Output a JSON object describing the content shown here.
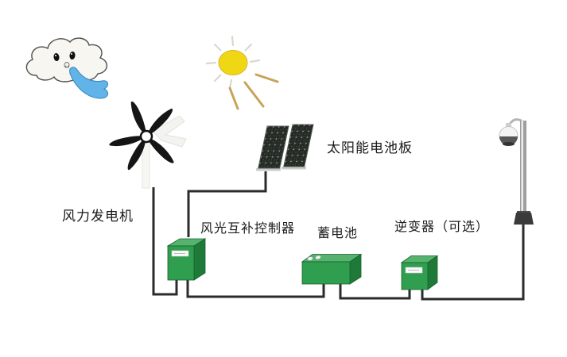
{
  "labels": {
    "wind_turbine": "风力发电机",
    "solar_panel": "太阳能电池板",
    "controller": "风光互补控制器",
    "battery": "蓄电池",
    "inverter": "逆变器（可选）"
  },
  "diagram": {
    "type": "wind-solar-hybrid-power-system",
    "nodes": [
      {
        "id": "wind-turbine",
        "label": "风力发电机"
      },
      {
        "id": "solar-panel",
        "label": "太阳能电池板"
      },
      {
        "id": "controller",
        "label": "风光互补控制器"
      },
      {
        "id": "battery",
        "label": "蓄电池"
      },
      {
        "id": "inverter",
        "label": "逆变器（可选）"
      },
      {
        "id": "camera-pole",
        "label": ""
      }
    ],
    "edges": [
      [
        "wind-turbine",
        "controller"
      ],
      [
        "solar-panel",
        "controller"
      ],
      [
        "controller",
        "battery"
      ],
      [
        "battery",
        "inverter"
      ],
      [
        "inverter",
        "camera-pole"
      ]
    ]
  },
  "colors": {
    "green_front": "#2f9e4e",
    "green_top": "#55b36f",
    "green_side": "#1f7a39",
    "wire": "#2b2b2b",
    "sun": "#f0d713",
    "sun_ray": "#c9a35b",
    "wind_gust": "#62b4e8",
    "panel_dark": "#252b24",
    "text": "#1b1b1b"
  }
}
